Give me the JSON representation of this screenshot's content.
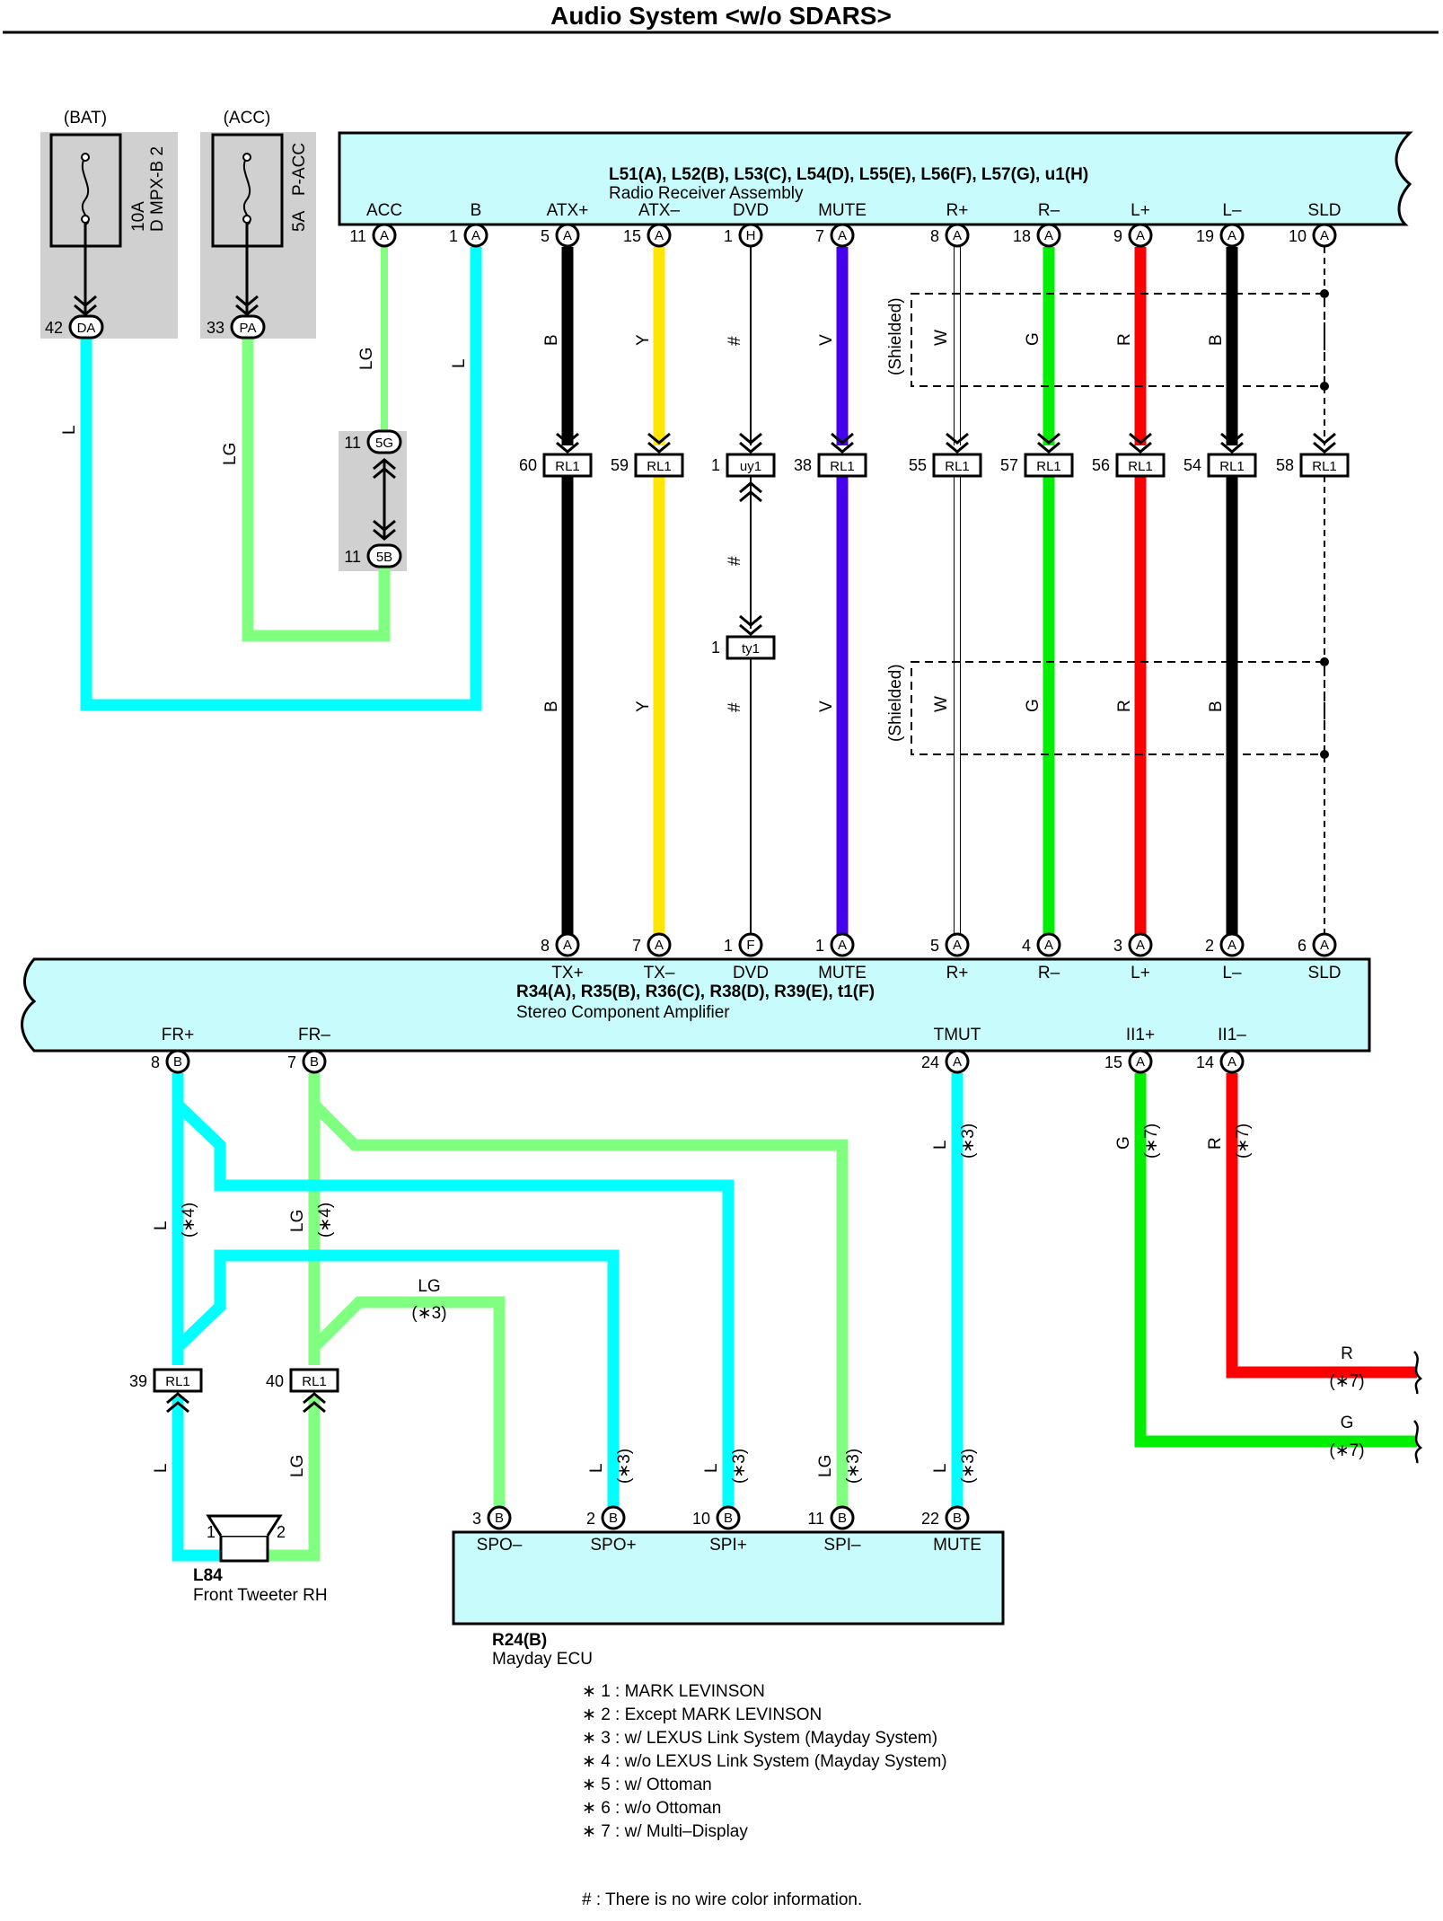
{
  "title": "Audio System <w/o SDARS>",
  "fuses": [
    {
      "source": "(BAT)",
      "rating": "10A",
      "name": "D MPX-B 2"
    },
    {
      "source": "(ACC)",
      "rating": "5A",
      "name": "P-ACC"
    }
  ],
  "fuse_connectors": [
    {
      "pin": "42",
      "code": "DA"
    },
    {
      "pin": "33",
      "code": "PA"
    }
  ],
  "junction": {
    "top_pin": "11",
    "top_code": "5G",
    "bottom_pin": "11",
    "bottom_code": "5B"
  },
  "receiver": {
    "connectors": "L51(A), L52(B), L53(C), L54(D), L55(E), L56(F), L57(G), u1(H)",
    "name": "Radio Receiver Assembly",
    "terminals": [
      {
        "label": "ACC",
        "pin": "11",
        "conn": "A"
      },
      {
        "label": "B",
        "pin": "1",
        "conn": "A"
      },
      {
        "label": "ATX+",
        "pin": "5",
        "conn": "A"
      },
      {
        "label": "ATX–",
        "pin": "15",
        "conn": "A"
      },
      {
        "label": "DVD",
        "pin": "1",
        "conn": "H"
      },
      {
        "label": "MUTE",
        "pin": "7",
        "conn": "A"
      },
      {
        "label": "R+",
        "pin": "8",
        "conn": "A"
      },
      {
        "label": "R–",
        "pin": "18",
        "conn": "A"
      },
      {
        "label": "L+",
        "pin": "9",
        "conn": "A"
      },
      {
        "label": "L–",
        "pin": "19",
        "conn": "A"
      },
      {
        "label": "SLD",
        "pin": "10",
        "conn": "A"
      }
    ]
  },
  "upper_wire_labels": [
    "LG",
    "L",
    "L",
    "LG"
  ],
  "shield_label": "(Shielded)",
  "column_colors": [
    "B",
    "Y",
    "#",
    "V",
    "W",
    "G",
    "R",
    "B"
  ],
  "inline_connectors": [
    {
      "pin": "60",
      "code": "RL1"
    },
    {
      "pin": "59",
      "code": "RL1"
    },
    {
      "pin": "1",
      "code": "uy1"
    },
    {
      "pin": "38",
      "code": "RL1"
    },
    {
      "pin": "55",
      "code": "RL1"
    },
    {
      "pin": "57",
      "code": "RL1"
    },
    {
      "pin": "56",
      "code": "RL1"
    },
    {
      "pin": "54",
      "code": "RL1"
    },
    {
      "pin": "58",
      "code": "RL1"
    }
  ],
  "dvd_middle": {
    "label": "#",
    "pin": "1",
    "code": "ty1"
  },
  "amplifier": {
    "connectors": "R34(A), R35(B), R36(C), R38(D), R39(E), t1(F)",
    "name": "Stereo Component Amplifier",
    "top_terminals": [
      {
        "label": "TX+",
        "pin": "8",
        "conn": "A"
      },
      {
        "label": "TX–",
        "pin": "7",
        "conn": "A"
      },
      {
        "label": "DVD",
        "pin": "1",
        "conn": "F"
      },
      {
        "label": "MUTE",
        "pin": "1",
        "conn": "A"
      },
      {
        "label": "R+",
        "pin": "5",
        "conn": "A"
      },
      {
        "label": "R–",
        "pin": "4",
        "conn": "A"
      },
      {
        "label": "L+",
        "pin": "3",
        "conn": "A"
      },
      {
        "label": "L–",
        "pin": "2",
        "conn": "A"
      },
      {
        "label": "SLD",
        "pin": "6",
        "conn": "A"
      }
    ],
    "bottom_terminals": [
      {
        "label": "FR+",
        "pin": "8",
        "conn": "B"
      },
      {
        "label": "FR–",
        "pin": "7",
        "conn": "B"
      },
      {
        "label": "TMUT",
        "pin": "24",
        "conn": "A"
      },
      {
        "label": "II1+",
        "pin": "15",
        "conn": "A"
      },
      {
        "label": "II1–",
        "pin": "14",
        "conn": "A"
      }
    ]
  },
  "lower_wire_labels": {
    "fr_plus": {
      "color": "L",
      "cond": "(∗4)"
    },
    "fr_minus": {
      "color": "LG",
      "cond": "(∗4)"
    },
    "tmut": {
      "color": "L",
      "cond": "(∗3)"
    },
    "ii_plus": {
      "color": "G",
      "cond": "(∗7)"
    },
    "ii_minus": {
      "color": "R",
      "cond": "(∗7)"
    },
    "lg_branch": {
      "color": "LG",
      "cond": "(∗3)"
    },
    "right_r": {
      "color": "R",
      "cond": "(∗7)"
    },
    "right_g": {
      "color": "G",
      "cond": "(∗7)"
    }
  },
  "tweeter_connectors": [
    {
      "pin": "39",
      "code": "RL1",
      "wire": "L"
    },
    {
      "pin": "40",
      "code": "RL1",
      "wire": "LG"
    }
  ],
  "tweeter": {
    "code": "L84",
    "name": "Front Tweeter RH",
    "pin1": "1",
    "pin2": "2"
  },
  "mayday": {
    "code": "R24(B)",
    "name": "Mayday ECU",
    "terminals": [
      {
        "label": "SPO–",
        "pin": "3",
        "conn": "B",
        "wire": "",
        "cond": ""
      },
      {
        "label": "SPO+",
        "pin": "2",
        "conn": "B",
        "wire": "L",
        "cond": "(∗3)"
      },
      {
        "label": "SPI+",
        "pin": "10",
        "conn": "B",
        "wire": "L",
        "cond": "(∗3)"
      },
      {
        "label": "SPI–",
        "pin": "11",
        "conn": "B",
        "wire": "LG",
        "cond": "(∗3)"
      },
      {
        "label": "MUTE",
        "pin": "22",
        "conn": "B",
        "wire": "L",
        "cond": "(∗3)"
      }
    ]
  },
  "notes": [
    "∗ 1 : MARK LEVINSON",
    "∗ 2 : Except MARK LEVINSON",
    "∗ 3 : w/ LEXUS Link System (Mayday System)",
    "∗ 4 : w/o LEXUS Link System (Mayday System)",
    "∗ 5 : w/ Ottoman",
    "∗ 6 : w/o Ottoman",
    "∗ 7 : w/ Multi–Display"
  ],
  "footnote": "# : There is no wire color information.",
  "wire_colors": {
    "L": "#00ffff",
    "LG": "#80ff80",
    "B": "#000000",
    "Y": "#ffe600",
    "V": "#4400ee",
    "G": "#00ee00",
    "R": "#ff0000",
    "W": "#ffffff",
    "body": "#c8fbfb",
    "gray": "#d0d0d0"
  }
}
